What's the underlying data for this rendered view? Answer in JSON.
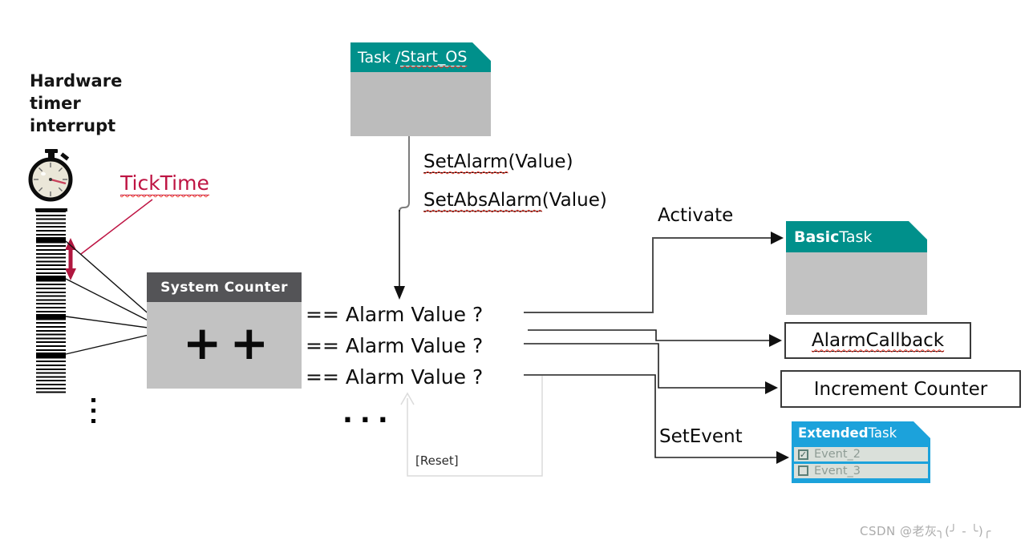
{
  "hardware_timer": {
    "lines": [
      "Hardware",
      "timer",
      "interrupt"
    ]
  },
  "tick_time_label": "TickTime",
  "task_box": {
    "title_prefix": "Task /",
    "title_underlined": "Start_OS"
  },
  "calls": {
    "set_alarm": {
      "name": "SetAlarm",
      "args": "(Value)"
    },
    "set_abs_alarm": {
      "name": "SetAbsAlarm",
      "args": "(Value)"
    }
  },
  "system_counter": {
    "title": "System Counter",
    "increment": "++"
  },
  "alarm_rows": [
    "== Alarm Value ?",
    "== Alarm Value ?",
    "== Alarm Value ?"
  ],
  "ellipsis_horizontal": "...",
  "reset_label": "[Reset]",
  "edges": {
    "activate": "Activate",
    "set_event": "SetEvent"
  },
  "basic_task": {
    "title_bold": "Basic",
    "title_rest": "Task"
  },
  "alarm_callback": {
    "label": "AlarmCallback"
  },
  "increment_counter": {
    "label": "Increment Counter"
  },
  "extended_task": {
    "title_bold": "Extended",
    "title_rest": "Task",
    "events": [
      {
        "label": "Event_2",
        "checked": true,
        "check_glyph": "✓"
      },
      {
        "label": "Event_3",
        "checked": false,
        "check_glyph": ""
      }
    ]
  },
  "watermark": "CSDN @老灰╮(╯ - ╰)╭",
  "colors": {
    "teal": "#00908B",
    "blue": "#1CA2DB",
    "crimson": "#BE1443",
    "dark_header": "#545457",
    "gray_body": "#C2C2C2",
    "wavy_red": "#F03B2E",
    "box_border": "#3A3A3A"
  }
}
